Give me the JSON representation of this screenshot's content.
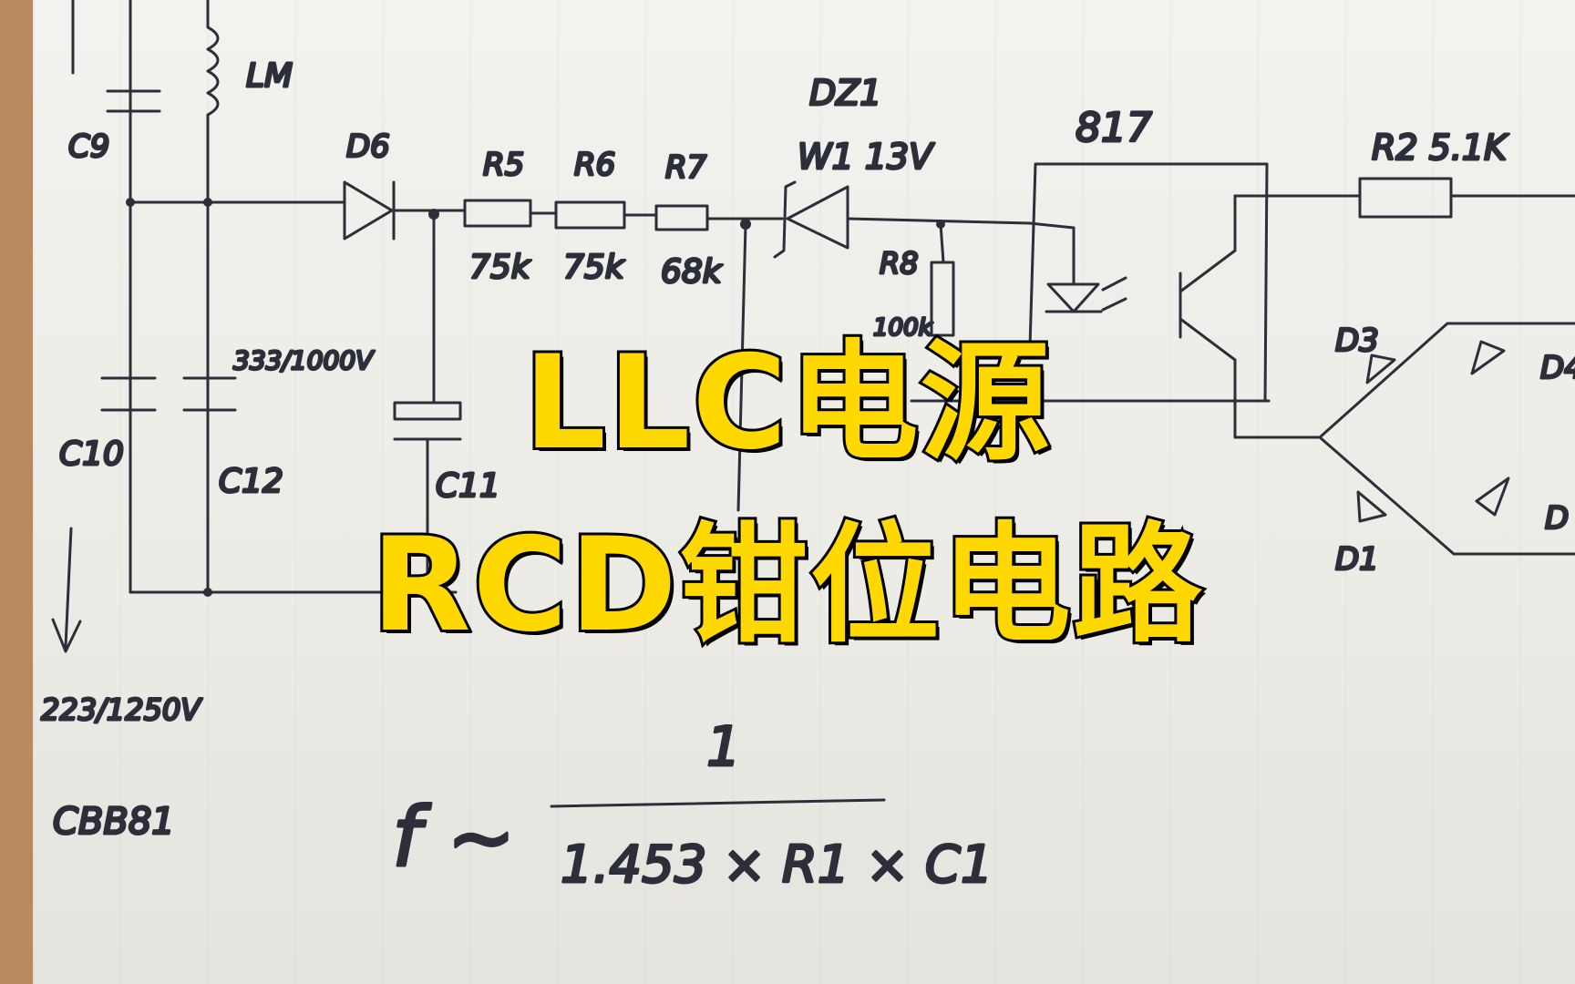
{
  "title": {
    "line1": "LLC电源",
    "line2": "RCD钳位电路"
  },
  "labels": {
    "lm": "LM",
    "c9": "C9",
    "c10": "C10",
    "c12": "C12",
    "c11": "C11",
    "c12_value": "333/1000V",
    "c10_value": "223/1250V",
    "cbb": "CBB81",
    "d6": "D6",
    "r5": "R5",
    "r6": "R6",
    "r7": "R7",
    "r5_value": "75k",
    "r6_value": "75k",
    "r7_value": "68k",
    "dz1": "DZ1",
    "dz1_value": "W1 13V",
    "r8": "R8",
    "r8_value": "100k",
    "opto": "817",
    "r2": "R2 5.1K",
    "d3": "D3",
    "d4": "D4",
    "d1": "D1",
    "d2": "D"
  },
  "formula": {
    "lhs": "f ~",
    "numerator": "1",
    "denominator": "1.453 × R1 × C1"
  }
}
